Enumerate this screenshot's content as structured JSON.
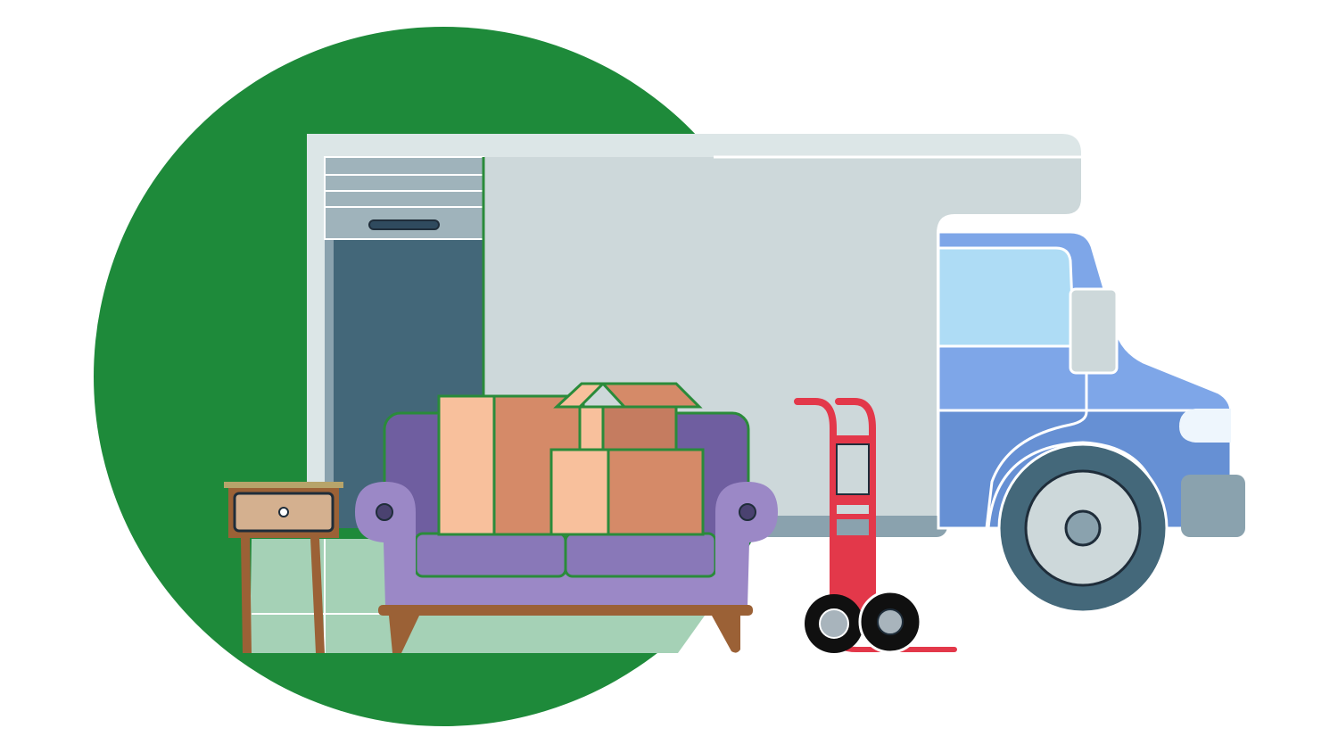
{
  "illustration": {
    "subject": "moving-truck-scene",
    "colors": {
      "background": "#ffffff",
      "circle": "#1e8a3a",
      "truck_body": "#cdd8da",
      "truck_roof": "#dce6e7",
      "truck_trim": "#8aa2ae",
      "cab_blue": "#7ea6e8",
      "cab_blue_dark": "#6690d4",
      "window": "#aedcf5",
      "door_interior": "#436779",
      "door_shutter": "#9fb3bb",
      "ramp": "#a5d1b6",
      "box_light": "#f8c09c",
      "box_mid": "#d58a68",
      "box_dark": "#c57c60",
      "sofa_back": "#6f5ea0",
      "sofa_body": "#9b88c6",
      "sofa_cushion": "#8978b8",
      "wood": "#9b6136",
      "drawer": "#d4b08f",
      "dolly": "#e3384a",
      "tire": "#101010",
      "wheel_rim": "#a8b4bc",
      "tire_dark": "#44687a",
      "outline_green": "#2a8b3a",
      "outline_dark": "#1f2d3a"
    },
    "elements": [
      "green-circle-backdrop",
      "box-truck",
      "roll-up-cargo-door",
      "loading-ramp",
      "nightstand",
      "sofa",
      "cardboard-boxes",
      "hand-truck-dolly"
    ]
  }
}
